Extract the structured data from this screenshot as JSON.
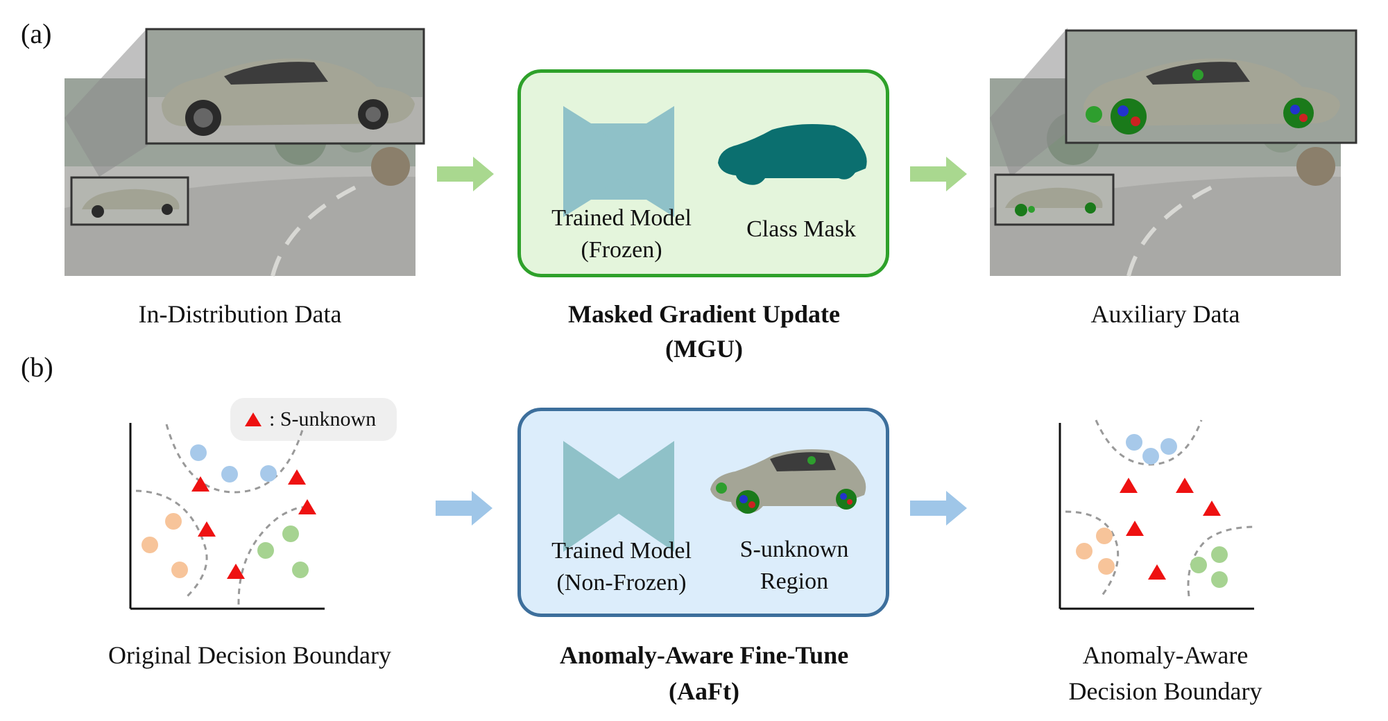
{
  "panel_a": {
    "tag": "(a)",
    "left_caption": "In-Distribution Data",
    "center_box": {
      "model_label_line1": "Trained Model",
      "model_label_line2": "(Frozen)",
      "mask_label": "Class Mask"
    },
    "center_caption_line1": "Masked Gradient Update",
    "center_caption_line2": "(MGU)",
    "right_caption": "Auxiliary Data"
  },
  "panel_b": {
    "tag": "(b)",
    "legend_text": ": S-unknown",
    "left_caption": "Original Decision Boundary",
    "center_box": {
      "model_label_line1": "Trained Model",
      "model_label_line2": "(Non-Frozen)",
      "region_label_line1": "S-unknown",
      "region_label_line2": "Region"
    },
    "center_caption_line1": "Anomaly-Aware Fine-Tune",
    "center_caption_line2": "(AaFt)",
    "right_caption_line1": "Anomaly-Aware",
    "right_caption_line2": "Decision Boundary"
  },
  "colors": {
    "green_arrow": "#a9d88f",
    "blue_arrow": "#9fc6e8",
    "green_box_border": "#2ea12a",
    "blue_box_border": "#3d6f9c",
    "model_shape": "#8fc1c8",
    "class_mask": "#0b6f6f",
    "class_blue": "#a7c9ea",
    "class_orange": "#f7c49a",
    "class_green": "#a6d391",
    "s_unknown": "#ee1111"
  }
}
